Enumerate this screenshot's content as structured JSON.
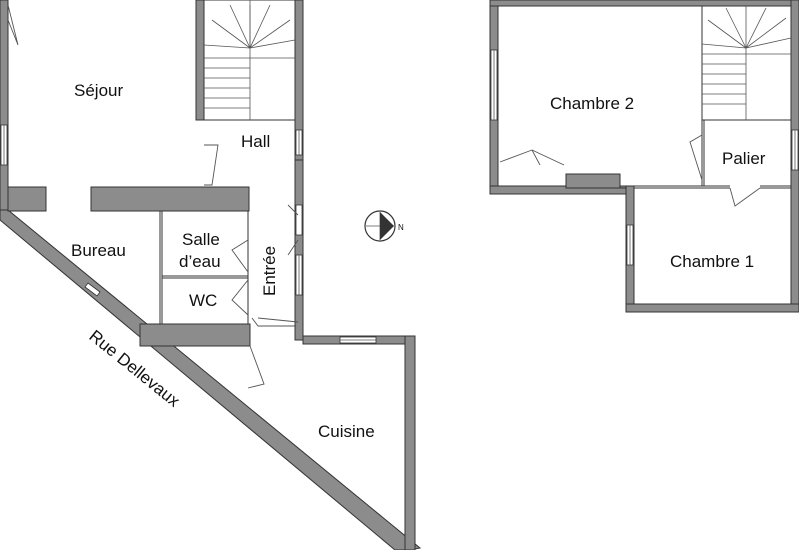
{
  "rooms": {
    "sejour": "Séjour",
    "hall": "Hall",
    "bureau": "Bureau",
    "salle_deau_line1": "Salle",
    "salle_deau_line2": "d’eau",
    "wc": "WC",
    "entree": "Entrée",
    "cuisine": "Cuisine",
    "chambre2": "Chambre 2",
    "palier": "Palier",
    "chambre1": "Chambre 1"
  },
  "street": "Rue Dellevaux",
  "compass": {
    "letter": "N"
  }
}
